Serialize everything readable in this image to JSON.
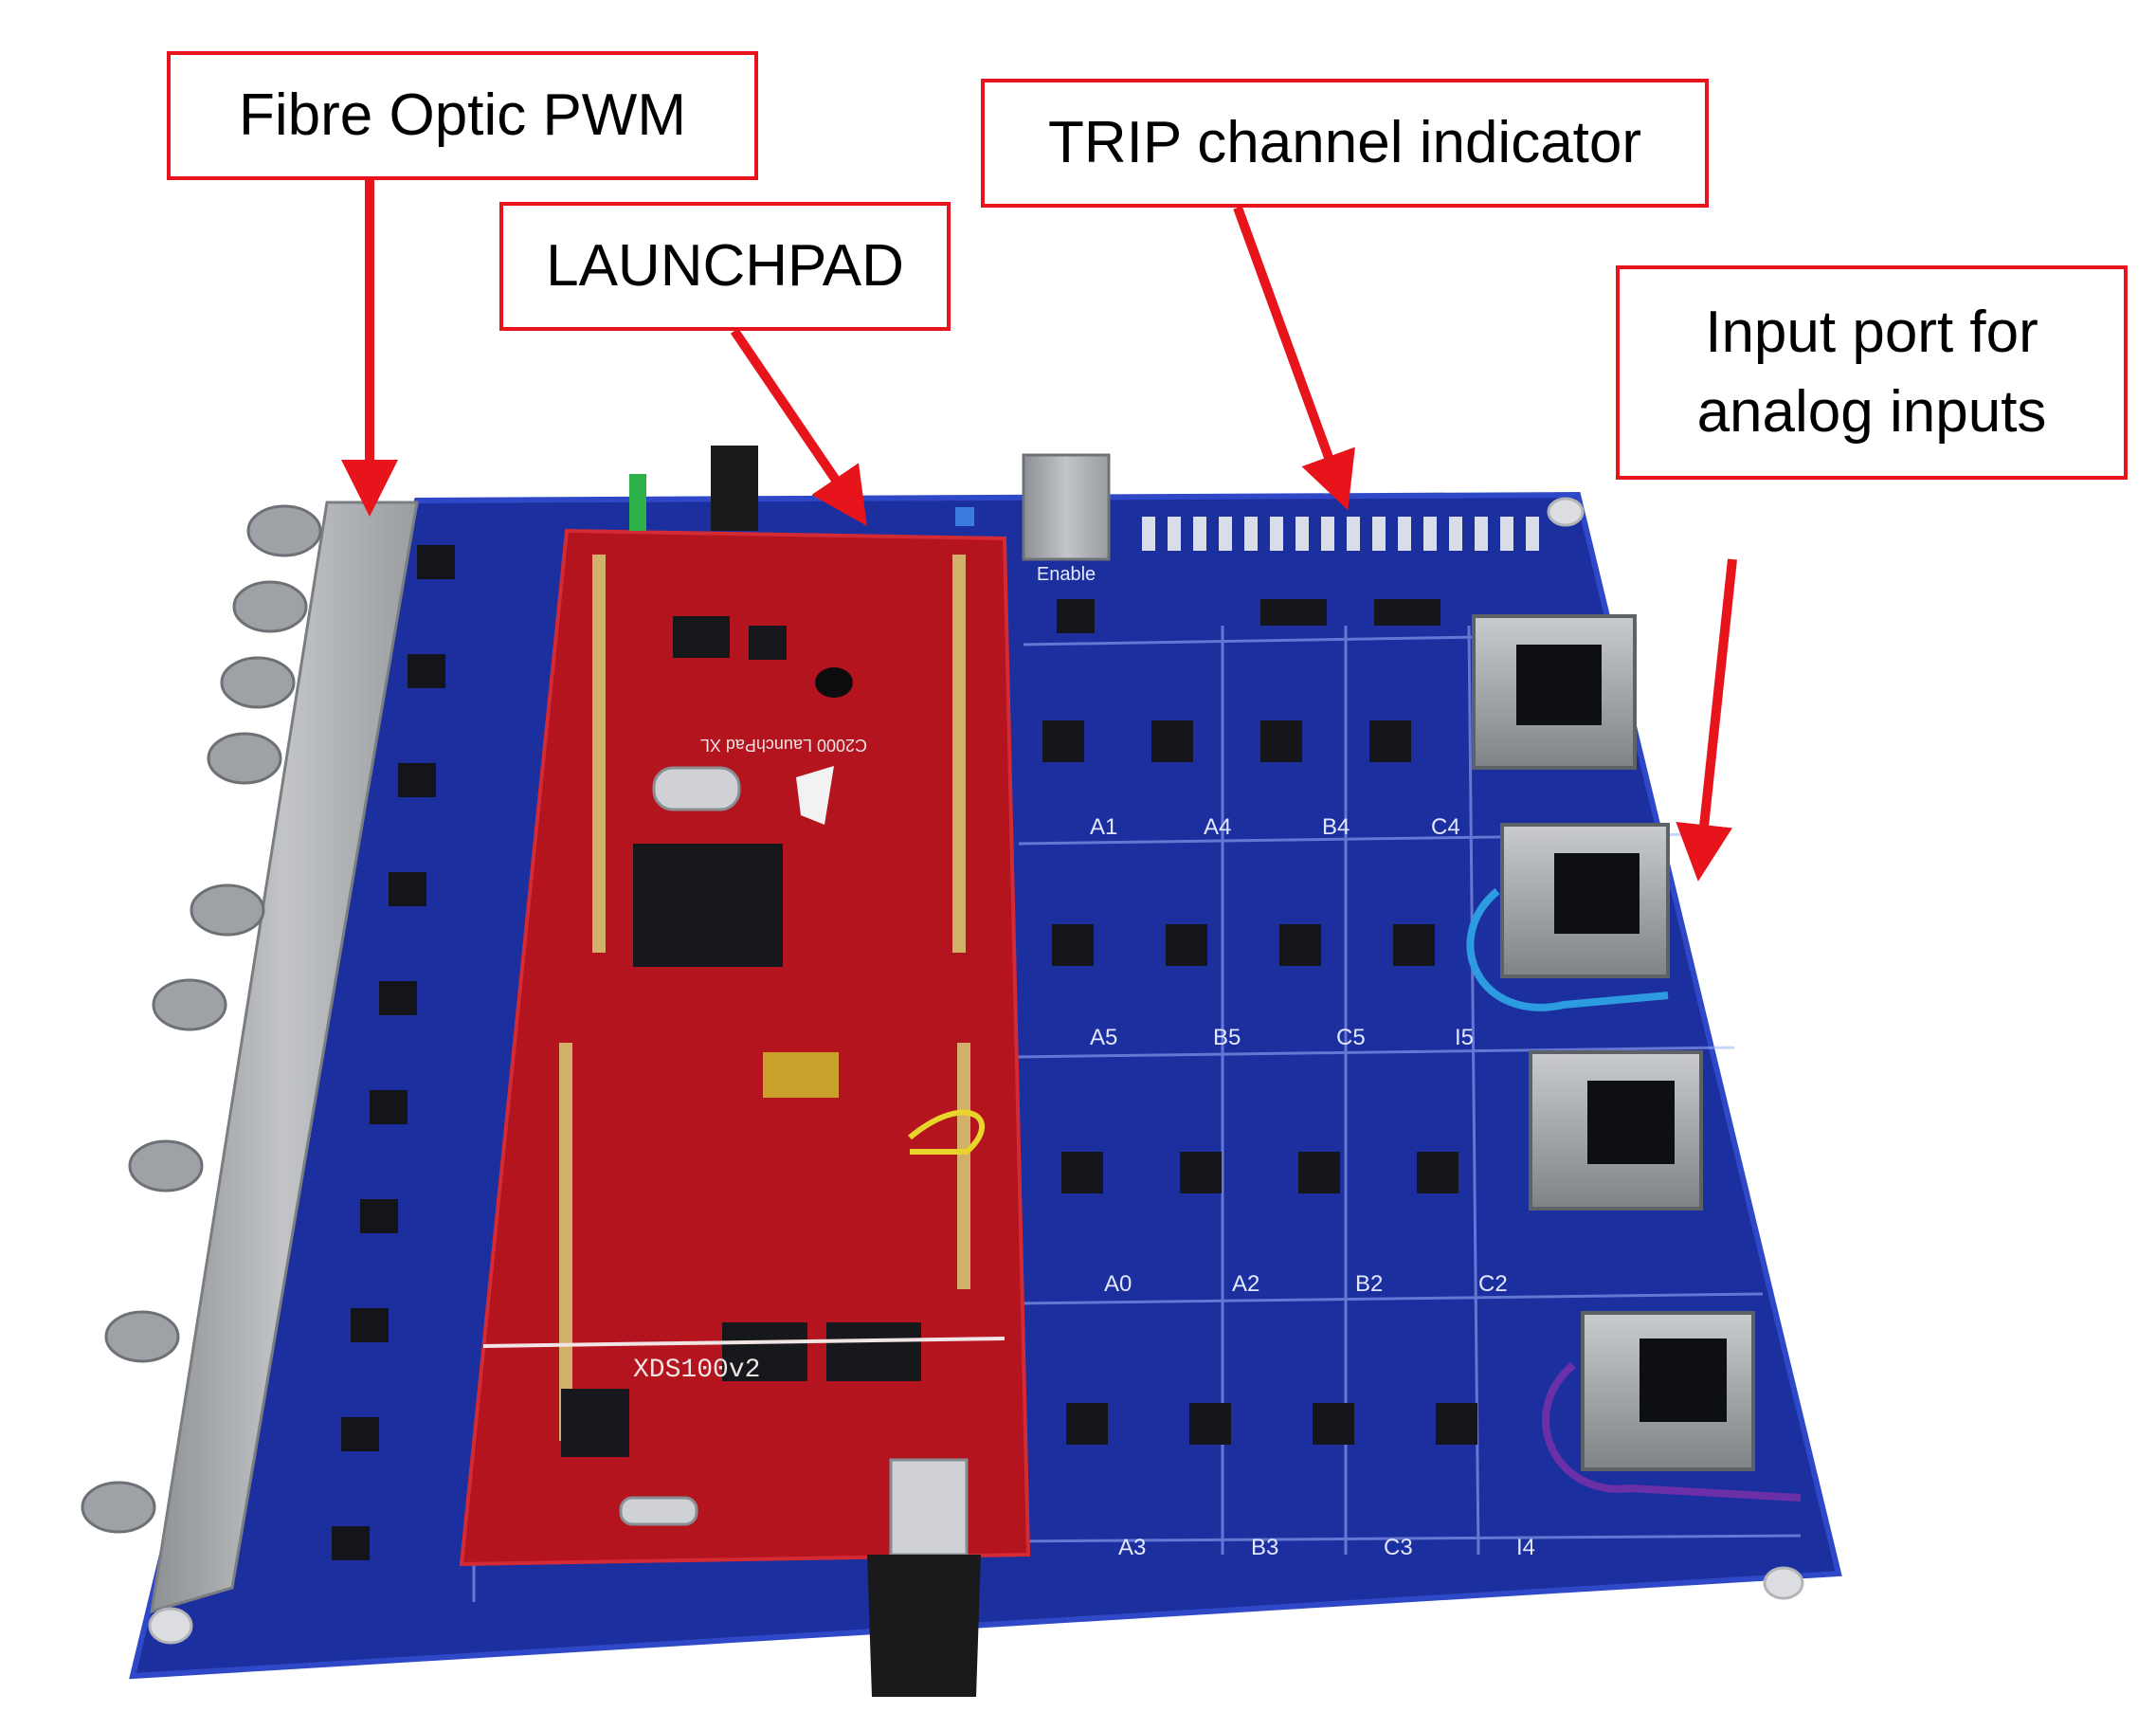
{
  "callouts": {
    "fibre_optic_pwm": "Fibre Optic PWM",
    "launchpad": "LAUNCHPAD",
    "trip_channel_indicator": "TRIP channel indicator",
    "input_port_line1": "Input port for",
    "input_port_line2": "analog inputs"
  },
  "board": {
    "launchpad_silk": "C2000 LaunchPad XL",
    "debugger_silk": "XDS100v2",
    "enable_label": "Enable",
    "channel_labels_row1": [
      "A1",
      "A4",
      "B4",
      "C4"
    ],
    "channel_labels_row2": [
      "A5",
      "B5",
      "C5",
      "I5"
    ],
    "channel_labels_row3": [
      "A0",
      "A2",
      "B2",
      "C2"
    ],
    "channel_labels_row4": [
      "A3",
      "B3",
      "C3",
      "I4"
    ]
  },
  "colors": {
    "callout_border": "#e8141b",
    "arrow": "#e8141b",
    "pcb_blue": "#1b2f9e",
    "launchpad_red": "#b3141e",
    "connector_grey": "#a9acaf"
  }
}
